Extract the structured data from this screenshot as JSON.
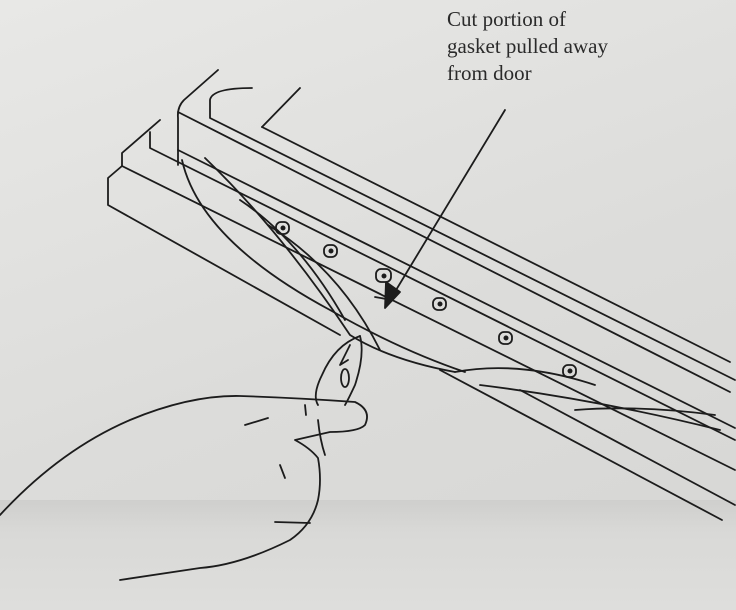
{
  "caption": {
    "lines": [
      "Cut portion of",
      "gasket pulled away",
      "from door"
    ]
  },
  "colors": {
    "ink": "#1c1c1c",
    "paper": "#e3e3e1"
  }
}
